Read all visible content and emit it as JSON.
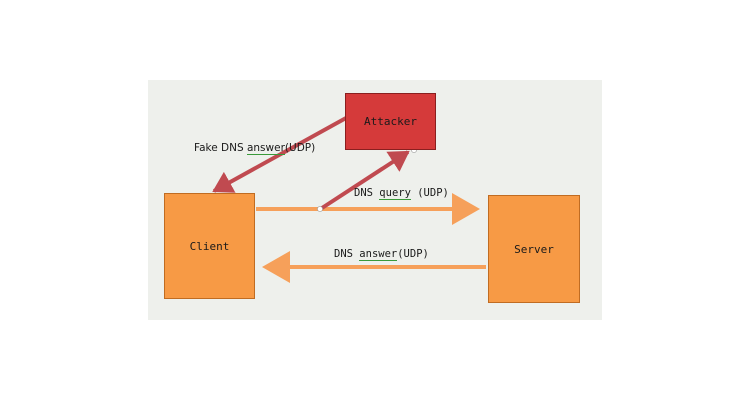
{
  "nodes": {
    "client": "Client",
    "server": "Server",
    "attacker": "Attacker"
  },
  "edges": {
    "fake_answer": {
      "pre": "Fake DNS ",
      "word": "answer",
      "post": "(UDP)"
    },
    "query": {
      "pre": "DNS ",
      "word": "query",
      "post": " (UDP)"
    },
    "answer": {
      "pre": "DNS ",
      "word": "answer",
      "post": "(UDP)"
    }
  },
  "colors": {
    "orange_box": "#f79a45",
    "orange_arrow": "#f6a05a",
    "red_box": "#d53a3a",
    "red_arrow": "#c04a50"
  }
}
